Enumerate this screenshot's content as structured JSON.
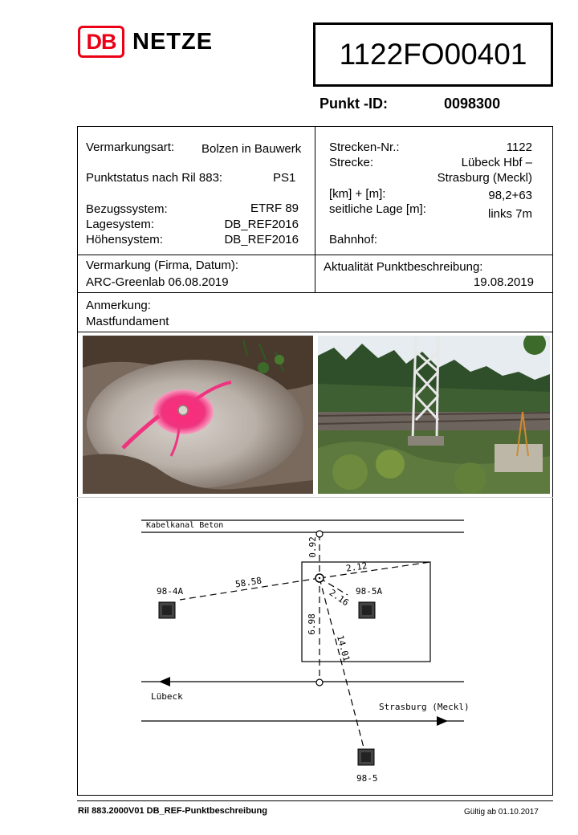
{
  "header": {
    "logo_mark": "DB",
    "logo_text": "NETZE",
    "document_id": "1122FO00401",
    "punkt_id_label": "Punkt -ID:",
    "punkt_id_value": "0098300"
  },
  "left_info": {
    "vermarkungsart_label": "Vermarkungsart:",
    "vermarkungsart_value": "Bolzen in Bauwerk",
    "punktstatus_label": "Punktstatus nach Ril 883:",
    "punktstatus_value": "PS1",
    "bezugssystem_label": "Bezugssystem:",
    "bezugssystem_value": "ETRF 89",
    "lagesystem_label": "Lagesystem:",
    "lagesystem_value": "DB_REF2016",
    "hoehensystem_label": "Höhensystem:",
    "hoehensystem_value": "DB_REF2016"
  },
  "right_info": {
    "strecken_nr_label": "Strecken-Nr.:",
    "strecken_nr_value": "1122",
    "strecke_label": "Strecke:",
    "strecke_value_line1": "Lübeck Hbf –",
    "strecke_value_line2": "Strasburg (Meckl)",
    "km_label": "[km] + [m]:",
    "km_value": "98,2+63",
    "seitliche_label": "seitliche Lage [m]:",
    "seitliche_value": "links 7m",
    "bahnhof_label": "Bahnhof:"
  },
  "vermarkung": {
    "label": "Vermarkung (Firma, Datum):",
    "value": "ARC-Greenlab 06.08.2019"
  },
  "aktualitaet": {
    "label": "Aktualität Punktbeschreibung:",
    "value": "19.08.2019"
  },
  "anmerkung": {
    "label": "Anmerkung:",
    "value": "Mastfundament"
  },
  "sketch": {
    "kabelkanal": "Kabelkanal Beton",
    "luebeck": "Lübeck",
    "strasburg": "Strasburg (Meckl)",
    "point_98_4a": "98-4A",
    "point_98_5a": "98-5A",
    "point_98_5": "98-5",
    "d_092": "0.92",
    "d_212": "2.12",
    "d_5858": "58.58",
    "d_216": "2.16",
    "d_698": "6.98",
    "d_1401": "14.01"
  },
  "footer": {
    "left": "Ril 883.2000V01 DB_REF-Punktbeschreibung",
    "right": "Gültig ab 01.10.2017"
  },
  "colors": {
    "db_red": "#ec0016"
  }
}
